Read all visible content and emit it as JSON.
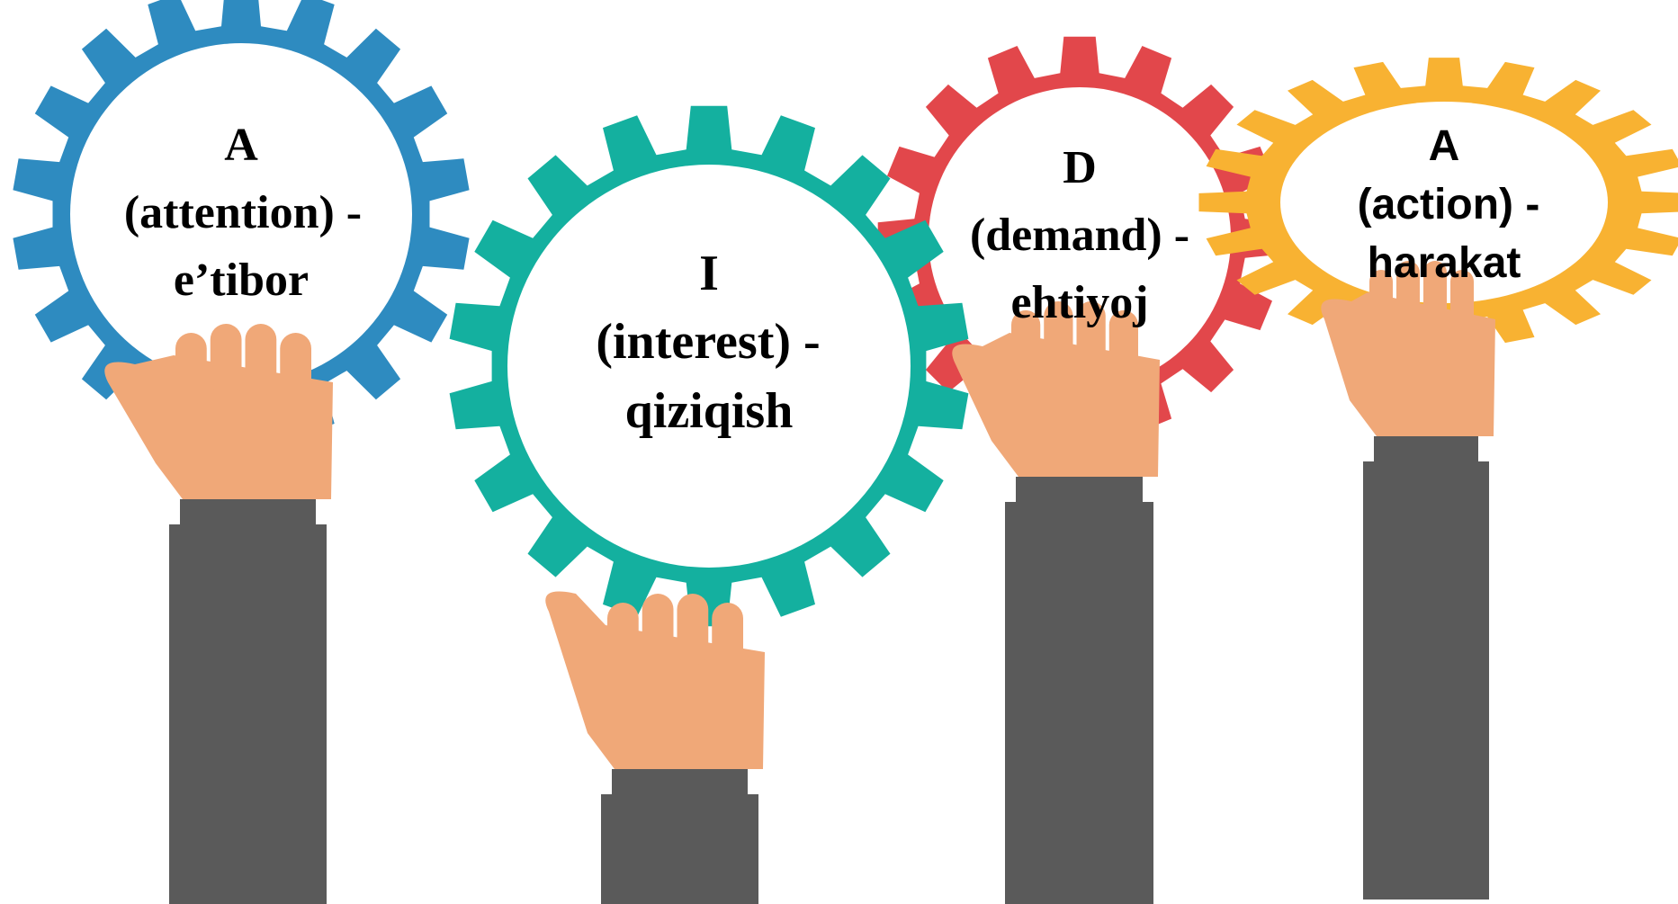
{
  "colors": {
    "background": "#ffffff",
    "sleeve": "#5a5a5a",
    "skin": "#f0a878",
    "gear_inner": "#ffffff",
    "text": "#000000"
  },
  "gears": [
    {
      "name": "attention",
      "color": "#2e8bc0",
      "icon": "gear-icon",
      "lines": [
        "A",
        "(attention) -",
        "e’tibor"
      ]
    },
    {
      "name": "interest",
      "color": "#14b09f",
      "icon": "gear-icon",
      "lines": [
        "I",
        "(interest) -",
        "qiziqish"
      ]
    },
    {
      "name": "demand",
      "color": "#e2474b",
      "icon": "gear-icon",
      "lines": [
        "D",
        "(demand) -",
        "ehtiyoj"
      ]
    },
    {
      "name": "action",
      "color": "#f8b232",
      "icon": "gear-icon",
      "lines": [
        "A",
        "(action) -",
        "harakat"
      ]
    }
  ]
}
